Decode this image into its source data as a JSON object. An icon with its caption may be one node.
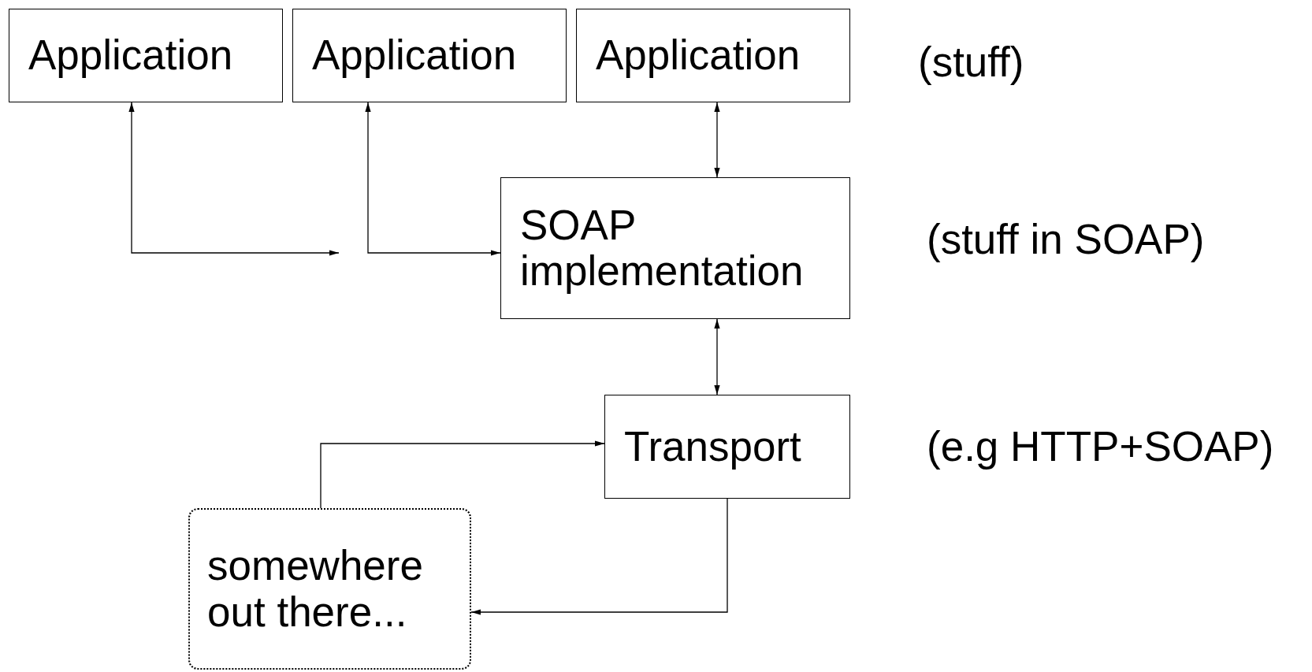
{
  "diagram": {
    "nodes": [
      {
        "text": [
          "Application"
        ]
      },
      {
        "text": [
          "Application"
        ]
      },
      {
        "text": [
          "Application"
        ]
      },
      {
        "text": [
          "SOAP implementation"
        ]
      },
      {
        "text": [
          "Transport"
        ]
      },
      {
        "text": [
          "somewhere out there..."
        ]
      }
    ],
    "edges": [
      {
        "from": 0,
        "to": null,
        "arrow": "both"
      },
      {
        "from": 1,
        "to": 3,
        "arrow": "both"
      },
      {
        "from": 2,
        "to": 3,
        "arrow": "both"
      },
      {
        "from": 3,
        "to": 4,
        "arrow": "both"
      },
      {
        "from": 5,
        "to": 4,
        "arrow": "to"
      },
      {
        "from": 4,
        "to": 5,
        "arrow": "to"
      }
    ],
    "labels": [
      "(stuff)",
      "(stuff in SOAP)",
      "(e.g HTTP+SOAP)"
    ]
  }
}
